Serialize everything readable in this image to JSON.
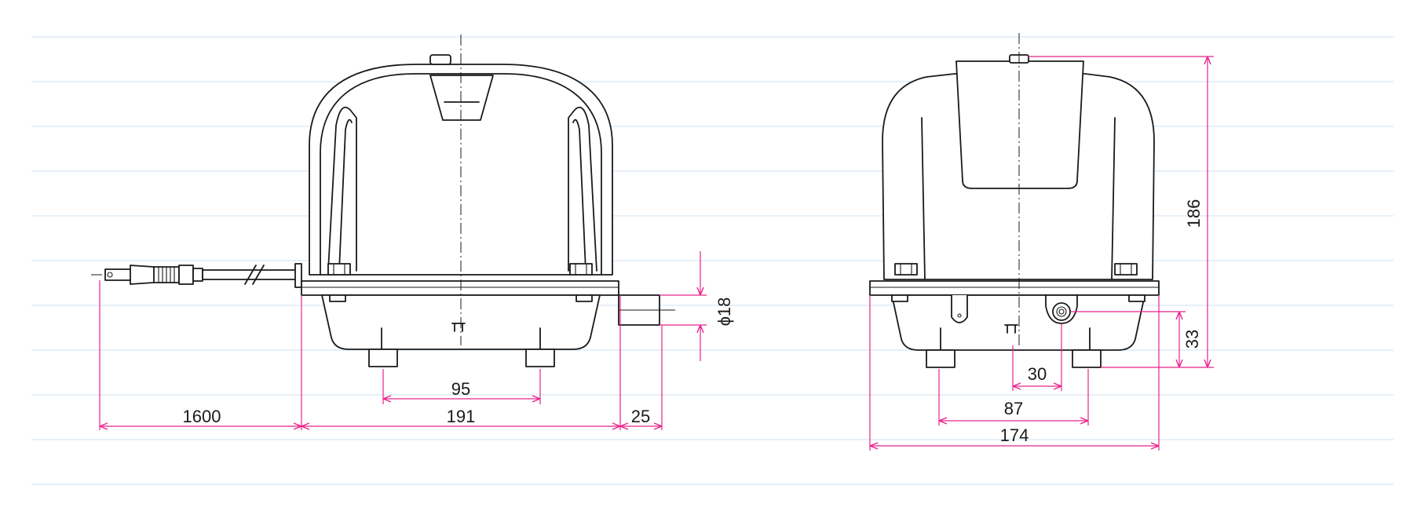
{
  "colors": {
    "grid": "#cfe0f3",
    "dimension": "#e8238c",
    "outline": "#1a1a1a"
  },
  "front_view": {
    "dimensions": {
      "cord_length": "1600",
      "body_width": "191",
      "foot_spacing": "95",
      "outlet_length": "25",
      "outlet_diameter": "ϕ18"
    }
  },
  "side_view": {
    "dimensions": {
      "height": "186",
      "outlet_height": "33",
      "outlet_offset": "30",
      "foot_spacing": "87",
      "base_width": "174"
    }
  }
}
